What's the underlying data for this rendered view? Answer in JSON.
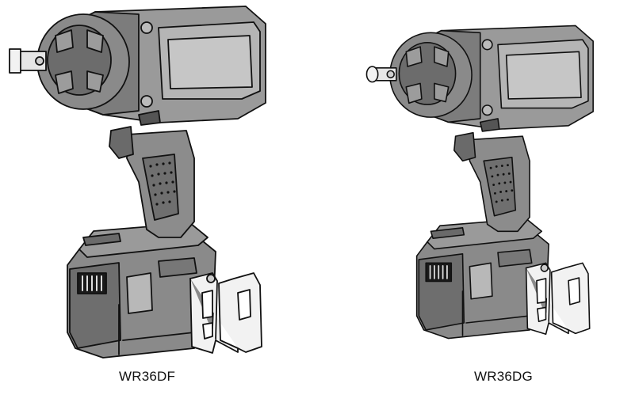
{
  "models": [
    {
      "label": "WR36DF",
      "anvil": "square"
    },
    {
      "label": "WR36DG",
      "anvil": "round"
    }
  ]
}
